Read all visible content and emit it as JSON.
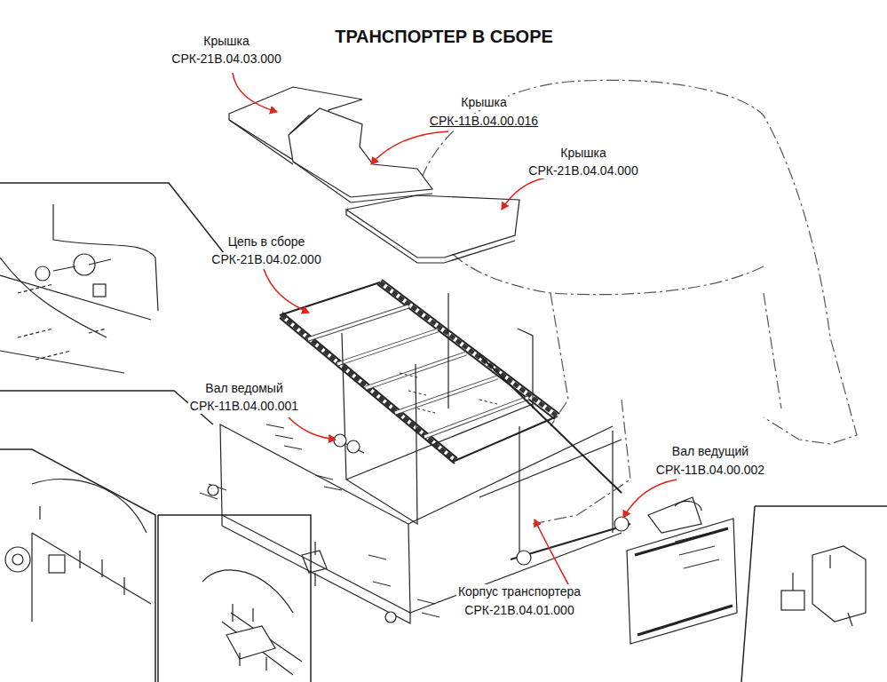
{
  "diagram": {
    "title": "ТРАНСПОРТЕР В СБОРЕ",
    "labels": [
      "Крышка",
      "СРК-21В.04.03.000",
      "Крышка",
      "СРК-11В.04.00.016",
      "Крышка",
      "СРК-21В.04.04.000",
      "Цепь в сборе",
      "СРК-21В.04.02.000",
      "Вал ведомый",
      "СРК-11В.04.00.001",
      "Вал ведущий",
      "СРК-11В.04.00.002",
      "Корпус транспортера",
      "СРК-21В.04.01.000"
    ]
  }
}
